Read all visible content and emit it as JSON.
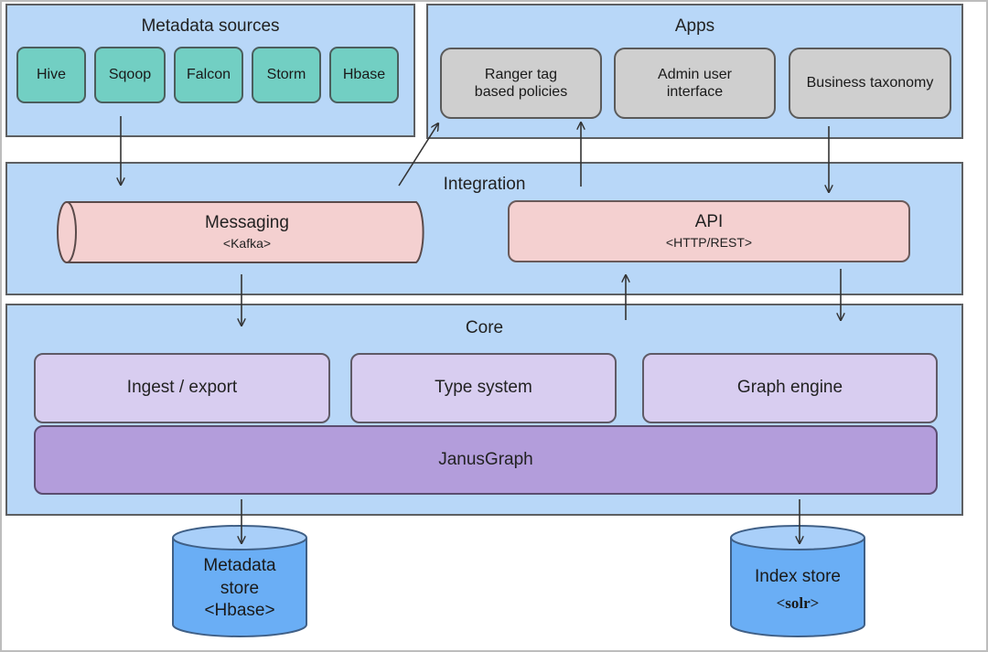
{
  "metadata_sources": {
    "title": "Metadata sources",
    "items": [
      "Hive",
      "Sqoop",
      "Falcon",
      "Storm",
      "Hbase"
    ]
  },
  "apps": {
    "title": "Apps",
    "items": [
      {
        "line1": "Ranger tag",
        "line2": "based policies"
      },
      {
        "line1": "Admin user",
        "line2": "interface"
      },
      {
        "line1": "Business taxonomy",
        "line2": ""
      }
    ]
  },
  "integration": {
    "title": "Integration",
    "messaging": {
      "name": "Messaging",
      "tech": "<Kafka>"
    },
    "api": {
      "name": "API",
      "tech": "<HTTP/REST>"
    }
  },
  "core": {
    "title": "Core",
    "components": [
      "Ingest / export",
      "Type system",
      "Graph engine"
    ],
    "graph_db": "JanusGraph"
  },
  "stores": {
    "metadata": {
      "line1": "Metadata",
      "line2": "store",
      "line3": "<Hbase>"
    },
    "index": {
      "line1": "Index store",
      "line2": "<solr>"
    }
  },
  "colors": {
    "panel": "#b8d7f8",
    "source_box": "#72cfc3",
    "app_box": "#cfcfcf",
    "integration_box": "#f4d0d0",
    "core_box": "#d8cdf0",
    "janusgraph": "#b39ddb",
    "store": "#6aaef5"
  }
}
